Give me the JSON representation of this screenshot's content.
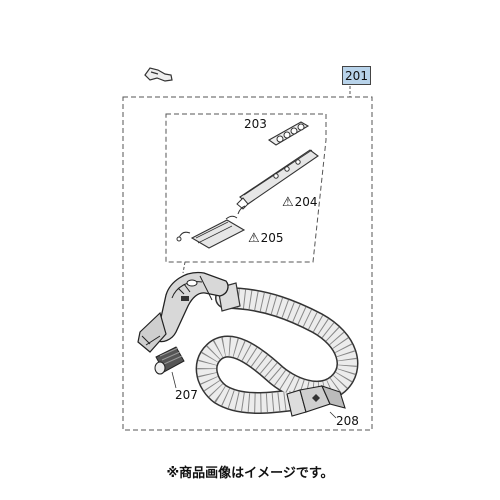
{
  "assembly": {
    "badge_label": "201",
    "badge_color": "#b8d3ea"
  },
  "parts": [
    {
      "number": "203",
      "caution": false
    },
    {
      "number": "204",
      "caution": true
    },
    {
      "number": "205",
      "caution": true
    },
    {
      "number": "207",
      "caution": false
    },
    {
      "number": "208",
      "caution": false
    }
  ],
  "icons": {
    "caution": "warning-triangle-icon"
  },
  "footer": {
    "note": "※商品画像はイメージです。"
  }
}
